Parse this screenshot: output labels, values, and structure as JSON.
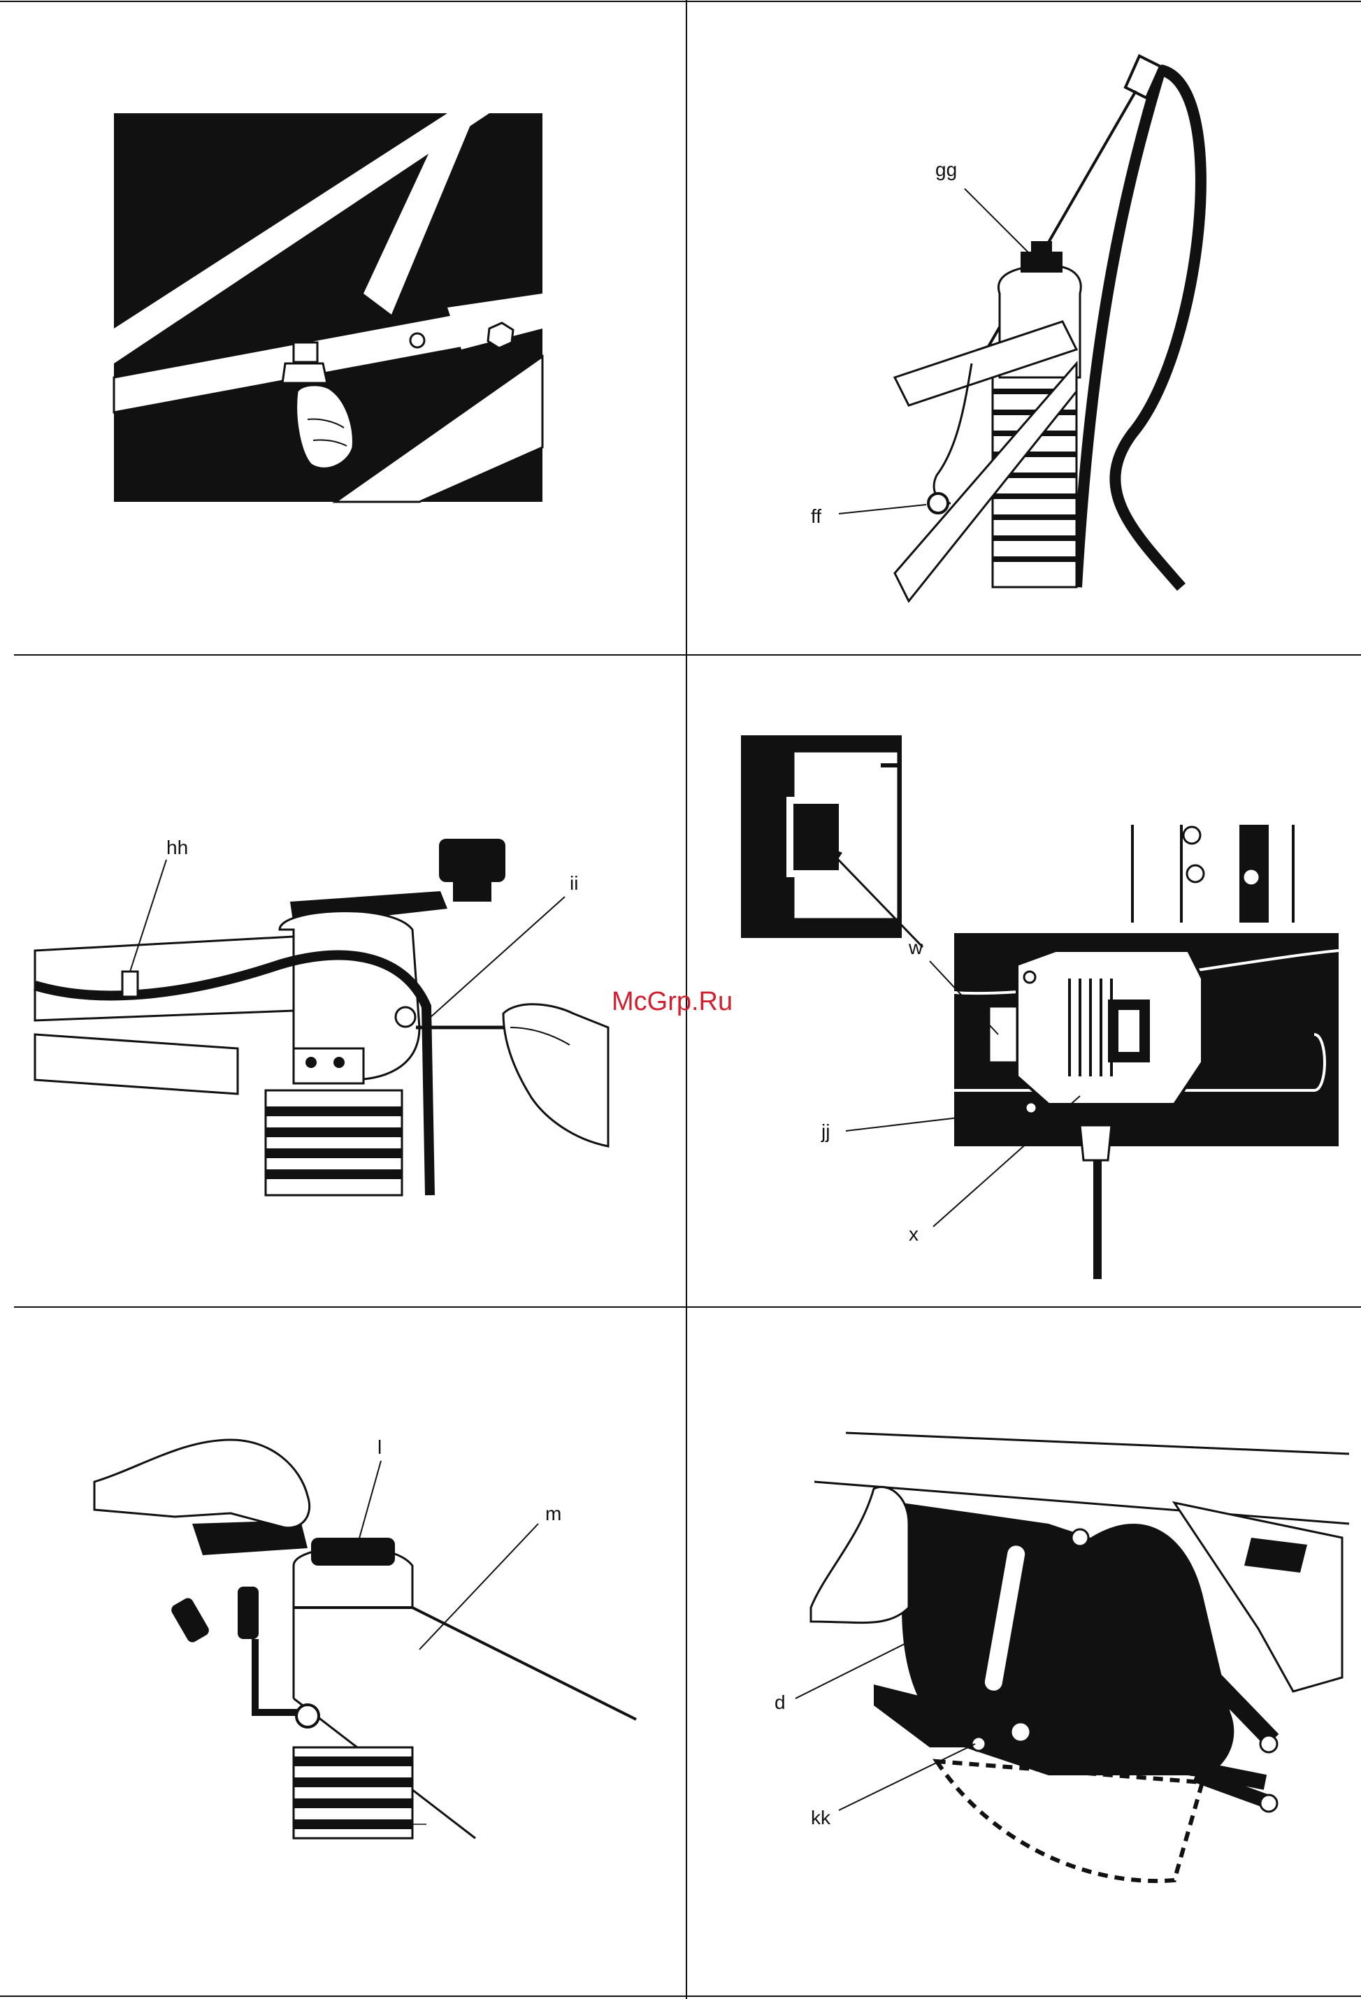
{
  "panels": [
    {
      "id": "panel-1",
      "labels": []
    },
    {
      "id": "panel-2",
      "labels": [
        "gg",
        "ff"
      ]
    },
    {
      "id": "panel-3",
      "labels": [
        "hh",
        "ii"
      ]
    },
    {
      "id": "panel-4",
      "labels": [
        "w",
        "jj",
        "x"
      ]
    },
    {
      "id": "panel-5",
      "labels": [
        "l",
        "m"
      ]
    },
    {
      "id": "panel-6",
      "labels": [
        "d",
        "kk"
      ]
    }
  ],
  "watermark": "McGrp.Ru",
  "colors": {
    "ink": "#111111",
    "paper": "#ffffff",
    "watermark": "#d02030"
  }
}
